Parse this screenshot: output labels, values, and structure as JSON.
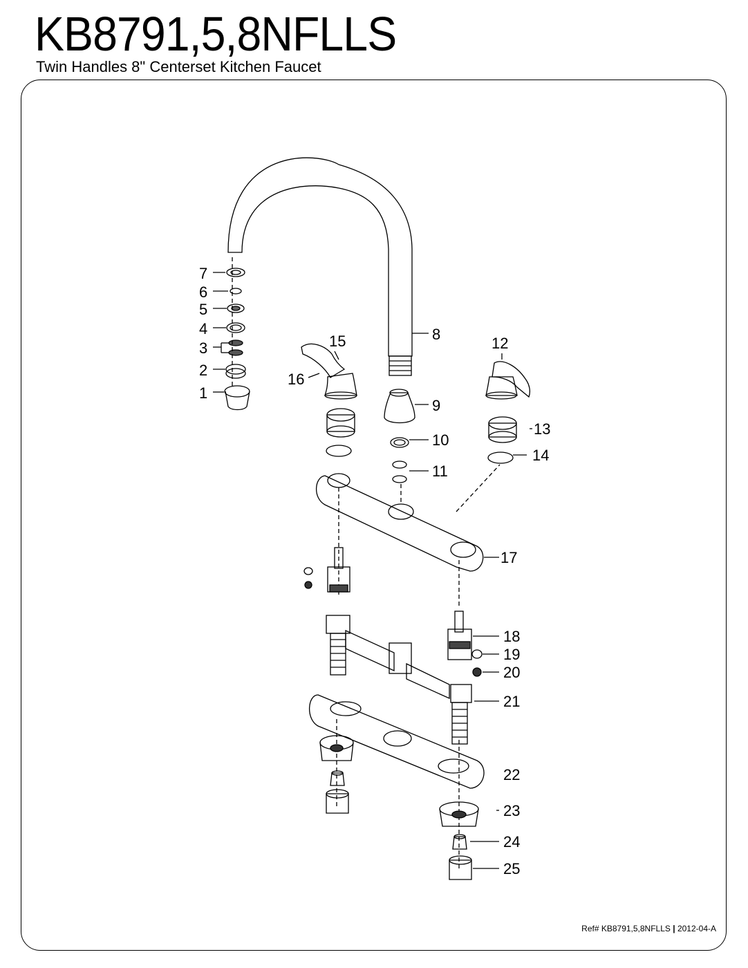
{
  "header": {
    "model": "KB8791,5,8NFLLS",
    "subtitle": "Twin Handles 8\" Centerset Kitchen Faucet"
  },
  "footer": {
    "ref": "Ref# KB8791,5,8NFLLS",
    "separator": "|",
    "date": "2012-04-A"
  },
  "callouts": [
    "1",
    "2",
    "3",
    "4",
    "5",
    "6",
    "7",
    "8",
    "9",
    "10",
    "11",
    "12",
    "13",
    "14",
    "15",
    "16",
    "17",
    "18",
    "19",
    "20",
    "21",
    "22",
    "23",
    "24",
    "25"
  ]
}
